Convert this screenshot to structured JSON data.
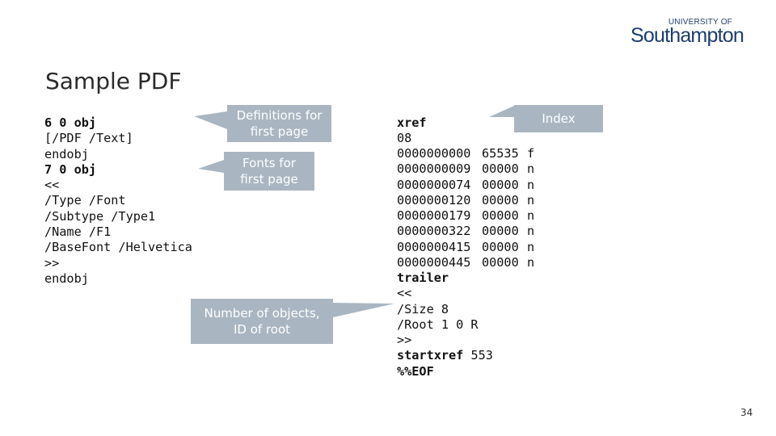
{
  "logo": {
    "top_text": "UNIVERSITY OF",
    "name": "Southampton"
  },
  "slide": {
    "title": "Sample PDF",
    "page_number": "34"
  },
  "left_code": [
    {
      "text": "6 0 obj",
      "bold": true
    },
    {
      "text": "[/PDF /Text]",
      "bold": false
    },
    {
      "text": "endobj",
      "bold": false
    },
    {
      "text": "7 0 obj",
      "bold": true
    },
    {
      "text": "<<",
      "bold": false
    },
    {
      "text": "/Type /Font",
      "bold": false
    },
    {
      "text": "/Subtype /Type1",
      "bold": false
    },
    {
      "text": "/Name /F1",
      "bold": false
    },
    {
      "text": "/BaseFont /Helvetica",
      "bold": false
    },
    {
      "text": ">>",
      "bold": false
    },
    {
      "text": "endobj",
      "bold": false
    }
  ],
  "xref": {
    "keyword": "xref",
    "range": "08",
    "entries": [
      {
        "offset": "0000000000",
        "gen": "65535",
        "flag": "f"
      },
      {
        "offset": "0000000009",
        "gen": "00000",
        "flag": "n"
      },
      {
        "offset": "0000000074",
        "gen": "00000",
        "flag": "n"
      },
      {
        "offset": "0000000120",
        "gen": "00000",
        "flag": "n"
      },
      {
        "offset": "0000000179",
        "gen": "00000",
        "flag": "n"
      },
      {
        "offset": "0000000322",
        "gen": "00000",
        "flag": "n"
      },
      {
        "offset": "0000000415",
        "gen": "00000",
        "flag": "n"
      },
      {
        "offset": "0000000445",
        "gen": "00000",
        "flag": "n"
      }
    ]
  },
  "trailer": {
    "keyword": "trailer",
    "open": "<<",
    "size": "/Size 8",
    "root": "/Root 1 0 R",
    "close": ">>",
    "startxref_keyword": "startxref",
    "startxref_value": " 553",
    "eof": "%%EOF"
  },
  "callouts": {
    "definitions": [
      "Definitions for",
      "first page"
    ],
    "fonts": [
      "Fonts for",
      "first page"
    ],
    "objects": [
      "Number of objects,",
      "ID of root"
    ],
    "index": [
      "Index"
    ]
  },
  "colors": {
    "callout_bg": "#a9b6c1",
    "logo_blue": "#1c3d6e"
  }
}
